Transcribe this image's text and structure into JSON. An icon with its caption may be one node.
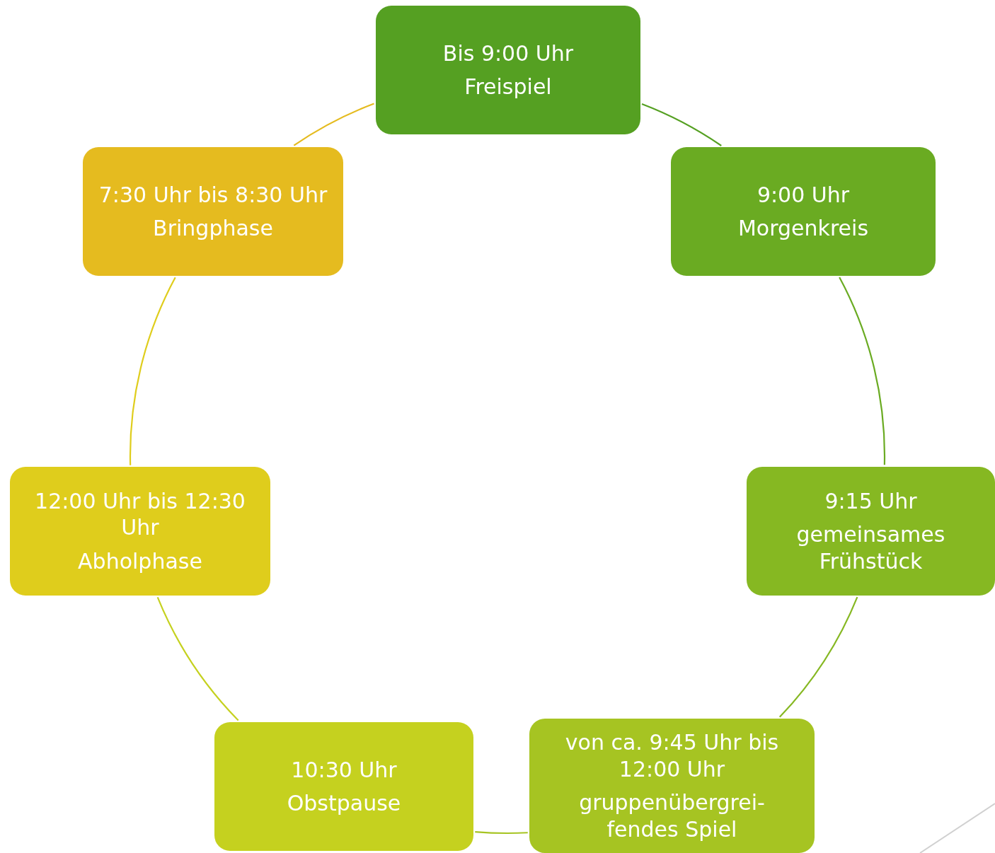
{
  "diagram": {
    "nodes": [
      {
        "text": [
          "7:30 Uhr bis 8:30 Uhr",
          "Bringphase"
        ]
      },
      {
        "text": [
          "Bis 9:00 Uhr",
          "Freispiel"
        ]
      },
      {
        "text": [
          "9:00 Uhr",
          "Morgenkreis"
        ]
      },
      {
        "text": [
          "9:15 Uhr",
          "gemeinsames Frühstück"
        ]
      },
      {
        "text": [
          "von ca. 9:45 Uhr bis 12:00 Uhr",
          "gruppenübergrei- fendes Spiel"
        ]
      },
      {
        "text": [
          "10:30 Uhr",
          "Obstpause"
        ]
      },
      {
        "text": [
          "12:00 Uhr bis 12:30 Uhr",
          "Abholphase"
        ]
      }
    ],
    "edges": [
      {
        "from": 0,
        "to": 1,
        "arrow": "none",
        "color": "#e5bb1f"
      },
      {
        "from": 1,
        "to": 2,
        "arrow": "none",
        "color": "#55a022"
      },
      {
        "from": 2,
        "to": 3,
        "arrow": "none",
        "color": "#6aab22"
      },
      {
        "from": 3,
        "to": 4,
        "arrow": "none",
        "color": "#86b822"
      },
      {
        "from": 4,
        "to": 5,
        "arrow": "none",
        "color": "#a6c422"
      },
      {
        "from": 5,
        "to": 6,
        "arrow": "none",
        "color": "#c5d11f"
      },
      {
        "from": 6,
        "to": 0,
        "arrow": "none",
        "color": "#dfcd1c"
      }
    ]
  }
}
